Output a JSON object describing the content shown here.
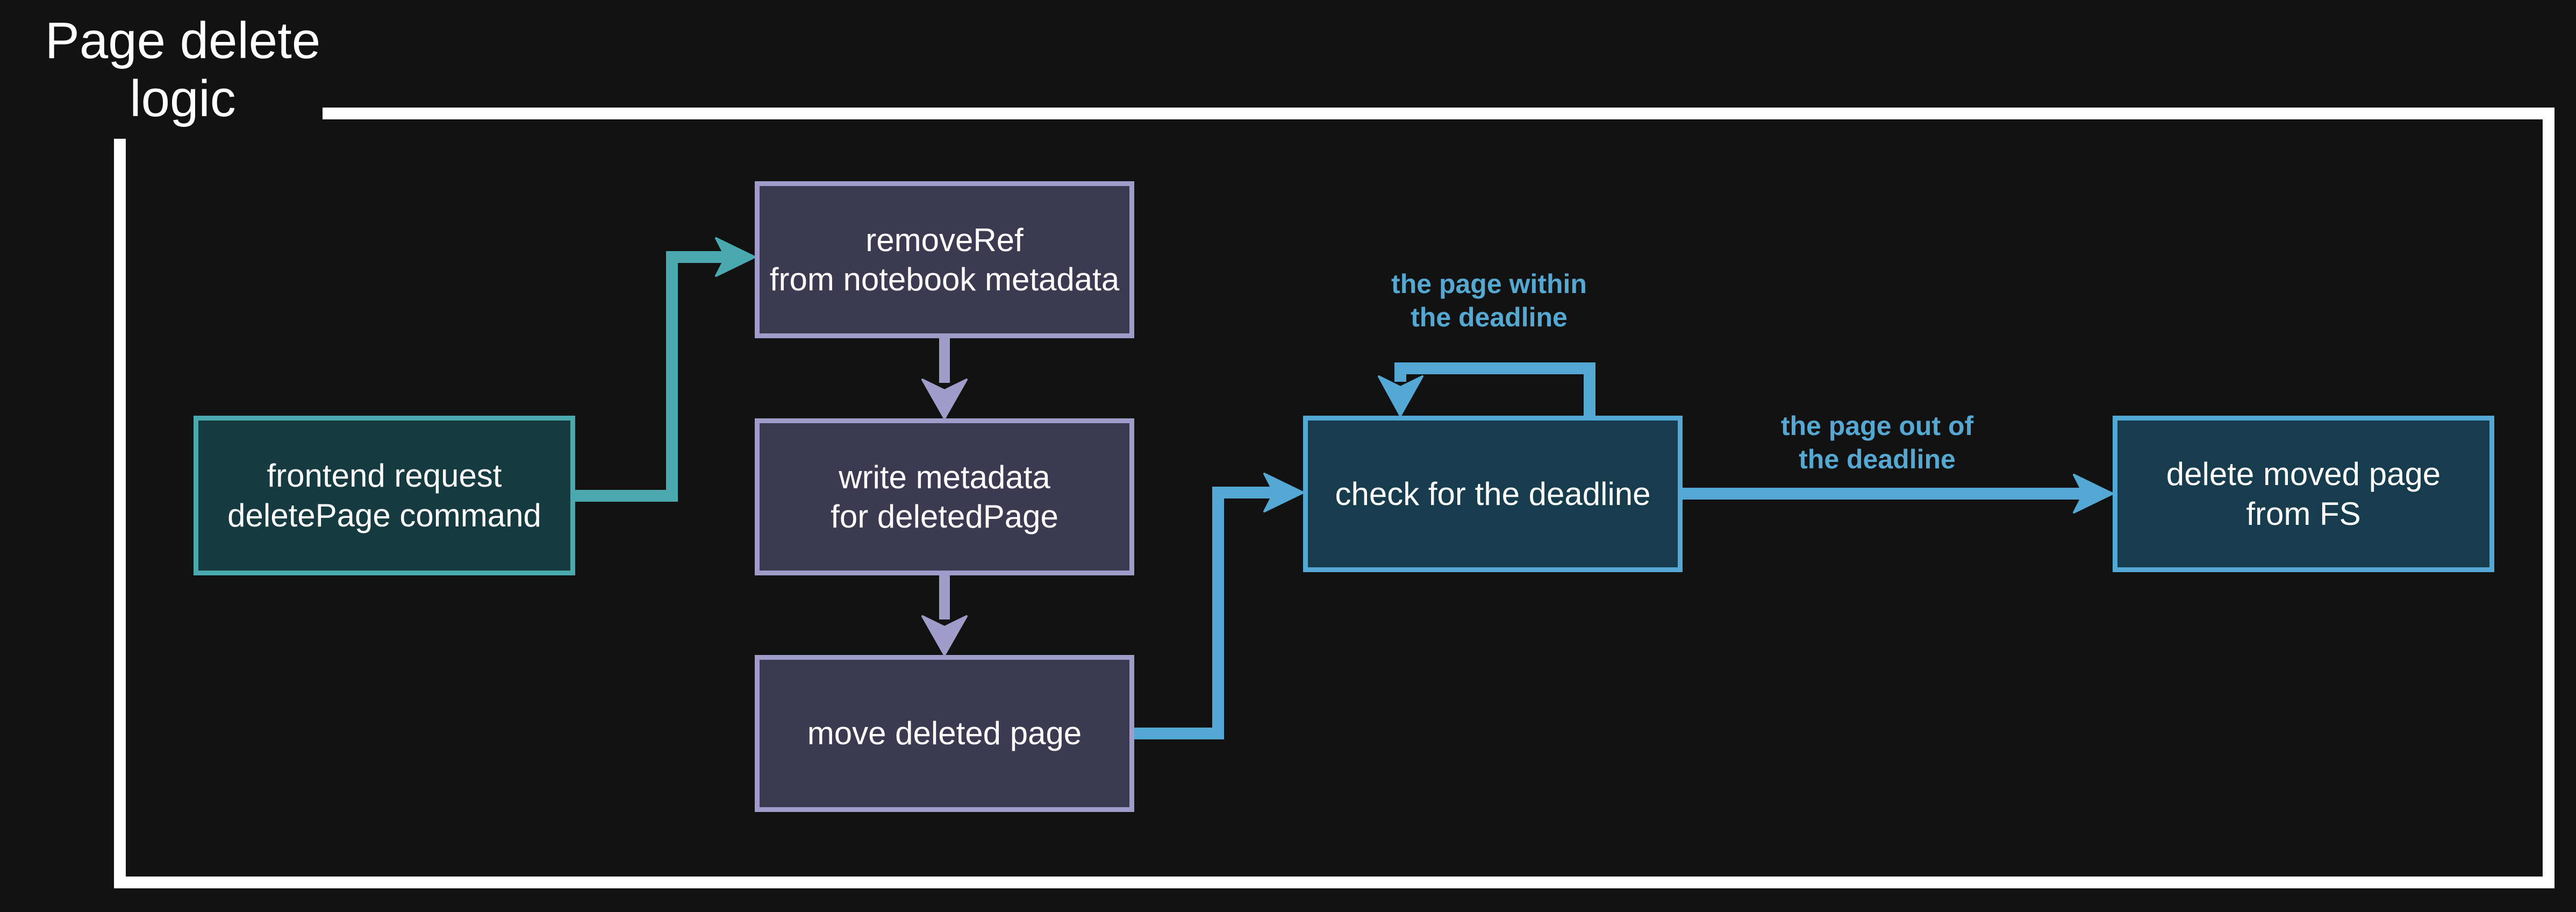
{
  "title": "Page delete\nlogic",
  "canvas": {
    "background_color": "#121212",
    "frame_color": "#ffffff"
  },
  "palette": {
    "teal_fill": "#153a40",
    "teal_border": "#4aa9ae",
    "purple_fill": "#3c3a50",
    "purple_border": "#a09cc9",
    "blue_fill": "#163c4e",
    "blue_border": "#54a8d4",
    "edge_label_color": "#55a8d2",
    "node_text_color": "#ffffff"
  },
  "nodes": [
    {
      "id": "frontend",
      "label": "frontend request\ndeletePage command",
      "style": "teal"
    },
    {
      "id": "removeref",
      "label": "removeRef\nfrom notebook metadata",
      "style": "purple"
    },
    {
      "id": "writemeta",
      "label": "write metadata\nfor deletedPage",
      "style": "purple"
    },
    {
      "id": "movepage",
      "label": "move deleted page",
      "style": "purple"
    },
    {
      "id": "checkdeadline",
      "label": "check for the deadline",
      "style": "blue"
    },
    {
      "id": "deletemoved",
      "label": "delete moved page\nfrom FS",
      "style": "blue"
    }
  ],
  "edges": [
    {
      "from": "frontend",
      "to": "removeref",
      "label": "",
      "color": "#4aa9ae"
    },
    {
      "from": "removeref",
      "to": "writemeta",
      "label": "",
      "color": "#a09cc9"
    },
    {
      "from": "writemeta",
      "to": "movepage",
      "label": "",
      "color": "#a09cc9"
    },
    {
      "from": "movepage",
      "to": "checkdeadline",
      "label": "",
      "color": "#54a8d4"
    },
    {
      "from": "checkdeadline",
      "to": "checkdeadline",
      "label": "the page within\nthe deadline",
      "color": "#54a8d4"
    },
    {
      "from": "checkdeadline",
      "to": "deletemoved",
      "label": "the page out of\nthe deadline",
      "color": "#54a8d4"
    }
  ],
  "edge_labels": {
    "within": "the page within\nthe deadline",
    "out_of": "the page out of\nthe deadline"
  }
}
